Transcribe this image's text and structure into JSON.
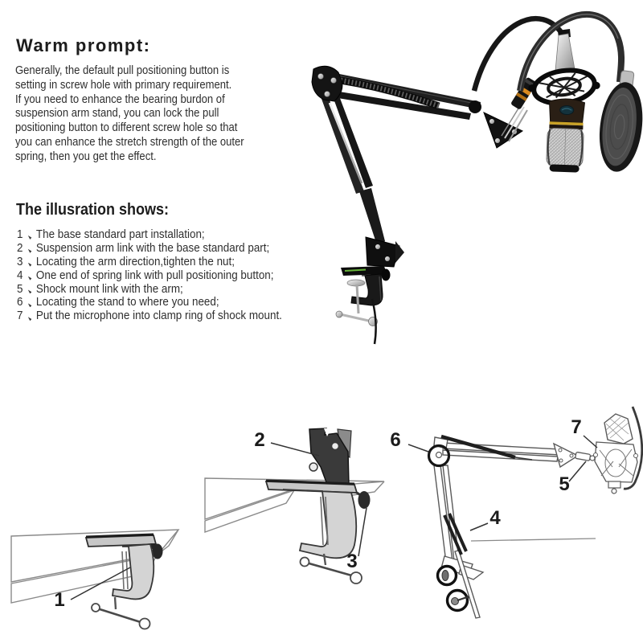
{
  "warm_prompt": {
    "title": "Warm prompt:",
    "lines": [
      "Generally, the default pull positioning  button is",
      "setting in screw hole with primary requirement.",
      "If you need to enhance the bearing burdon of",
      "suspension arm stand, you can lock the pull",
      "positioning button to different screw hole so that",
      "you can enhance the stretch strength of the outer",
      "spring, then you get the effect."
    ]
  },
  "illustration": {
    "title": "The illusration shows:",
    "separator": "、",
    "items": [
      {
        "num": "1",
        "text": "The base standard part installation;"
      },
      {
        "num": "2",
        "text": "Suspension arm link with the base standard part;"
      },
      {
        "num": "3",
        "text": "Locating the arm direction,tighten the nut;"
      },
      {
        "num": "4",
        "text": "One end of spring link with pull positioning button;"
      },
      {
        "num": "5",
        "text": "Shock mount link with the arm;"
      },
      {
        "num": "6",
        "text": "Locating the stand to where you need;"
      },
      {
        "num": "7",
        "text": "Put the microphone into clamp ring of shock mount."
      }
    ]
  },
  "diagrams": {
    "callouts": [
      "1",
      "2",
      "3",
      "4",
      "5",
      "6",
      "7"
    ]
  },
  "art_colors": {
    "arm_black": "#1a1a1a",
    "silver": "#c0c0c0",
    "mic_cap_brown": "#2a1f15",
    "mic_ring_gold": "#c9a227",
    "mic_logo_teal": "#14323c",
    "xlr_band_orange": "#d98a1f",
    "pop_filter_face": "#4c4c4c",
    "clamp_pad_green": "#67b33a",
    "diagram_line": "#5a5a5a",
    "callout_color": "#1b1b1b"
  }
}
